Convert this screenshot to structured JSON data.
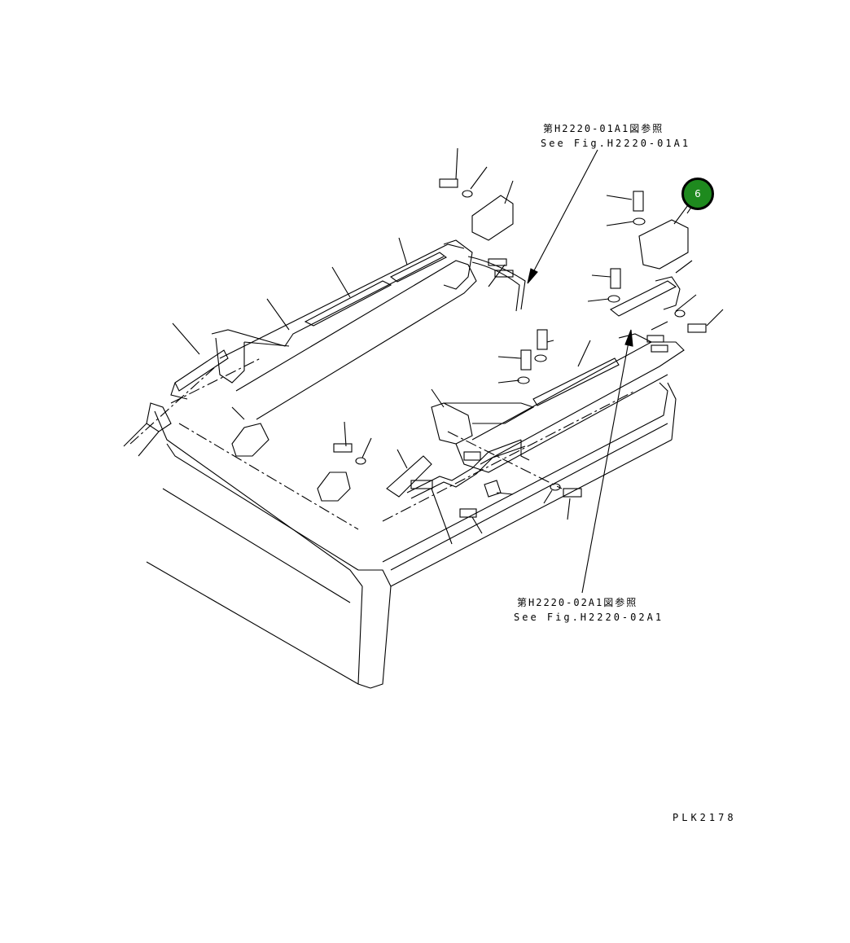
{
  "references": {
    "top": {
      "jp": "第H2220-01A1図参照",
      "en": "See Fig.H2220-01A1"
    },
    "bottom": {
      "jp": "第H2220-02A1図参照",
      "en": "See Fig.H2220-02A1"
    }
  },
  "callout": {
    "number": "6",
    "color": "#1e8a1e"
  },
  "drawing_code": "PLK2178"
}
